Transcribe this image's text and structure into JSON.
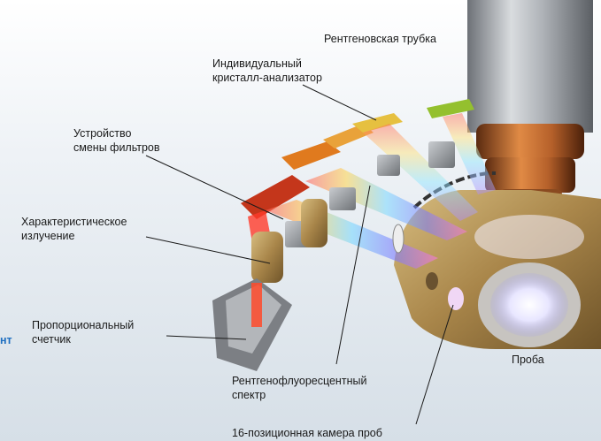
{
  "labels": {
    "xray_tube": "Рентгеновская трубка",
    "crystal_line1": "Индивидуальный",
    "crystal_line2": "кристалл-анализатор",
    "filter_line1": "Устройство",
    "filter_line2": "смены фильтров",
    "char_line1": "Характеристическое",
    "char_line2": "излучение",
    "counter_line1": "Пропорциональный",
    "counter_line2": "счетчик",
    "spectrum_line1": "Рентгенофлуоресцентный",
    "spectrum_line2": "спектр",
    "sample": "Проба",
    "chamber": "16-позиционная камера проб",
    "cut_edge": "нт"
  },
  "colors": {
    "background": "#dfe7ee",
    "label_text": "#1a1a1a",
    "edge_text": "#1f6fc0",
    "tube": "#b8bcc2",
    "housing": "#b8954e"
  }
}
